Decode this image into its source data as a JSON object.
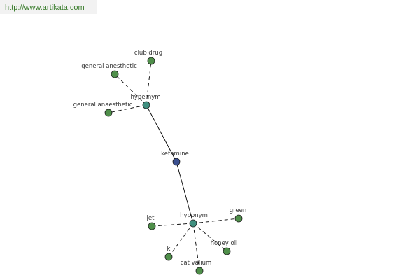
{
  "site": {
    "url": "http://www.artikata.com"
  },
  "colors": {
    "center": "#3a4f8f",
    "relation": "#3f8f7f",
    "leaf": "#4f8f4a",
    "edge": "#000000",
    "url": "#3a7d2c"
  },
  "graph": {
    "center": {
      "label": "ketamine"
    },
    "relations": [
      {
        "label": "hypernym",
        "leaves": [
          {
            "label": "club drug"
          },
          {
            "label": "general anesthetic"
          },
          {
            "label": "general anaesthetic"
          }
        ]
      },
      {
        "label": "hyponym",
        "leaves": [
          {
            "label": "jet"
          },
          {
            "label": "green"
          },
          {
            "label": "k"
          },
          {
            "label": "honey oil"
          },
          {
            "label": "cat valium"
          }
        ]
      }
    ]
  }
}
